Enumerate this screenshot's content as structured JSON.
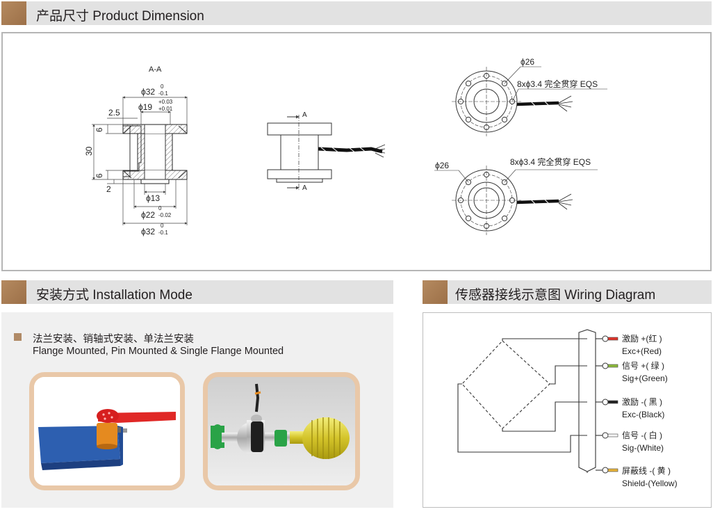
{
  "sections": {
    "dimension": "产品尺寸 Product Dimension",
    "installation": "安装方式 Installation Mode",
    "wiring": "传感器接线示意图  Wiring Diagram"
  },
  "dimension": {
    "section_label": "A-A",
    "d_outer_top": "ϕ32",
    "d_outer_top_tol_upper": "0",
    "d_outer_top_tol_lower": "-0.1",
    "d_inner": "ϕ19",
    "d_inner_tol_upper": "+0.03",
    "d_inner_tol_lower": "+0.01",
    "dim_2_5": "2.5",
    "dim_6_top": "6",
    "dim_30": "30",
    "dim_6_bottom": "6",
    "dim_2": "2",
    "d_bore": "ϕ13",
    "d_22": "ϕ22",
    "d_22_tol_upper": "0",
    "d_22_tol_lower": "-0.02",
    "d_outer_bottom": "ϕ32",
    "d_outer_bottom_tol_upper": "0",
    "d_outer_bottom_tol_lower": "-0.1",
    "cut_marker_top": "A",
    "cut_marker_bottom": "A",
    "top_view_d26": "ϕ26",
    "top_view_holes": "8xϕ3.4 完全贯穿  EQS",
    "bottom_view_d26": "ϕ26",
    "bottom_view_holes": "8xϕ3.4 完全贯穿 EQS"
  },
  "installation": {
    "zh": "法兰安装、销轴式安装、单法兰安装",
    "en": "Flange Mounted, Pin Mounted & Single Flange Mounted"
  },
  "wiring": {
    "wires": [
      {
        "zh": "激励 +(红 )",
        "en": "Exc+(Red)",
        "color": "#e0342b"
      },
      {
        "zh": "信号 +( 绿 )",
        "en": "Sig+(Green)",
        "color": "#8dbb3c"
      },
      {
        "zh": "激励 -( 黑 )",
        "en": "Exc-(Black)",
        "color": "#222222"
      },
      {
        "zh": "信号 -( 白 )",
        "en": "Sig-(White)",
        "color": "#f4f4f4"
      },
      {
        "zh": "屏蔽线 -( 黄 )",
        "en": "Shield-(Yellow)",
        "color": "#e8b33a"
      }
    ]
  },
  "colors": {
    "accent": "#b08a66",
    "header_bg": "#e2e2e2",
    "photo_border": "#e9c8a8"
  }
}
